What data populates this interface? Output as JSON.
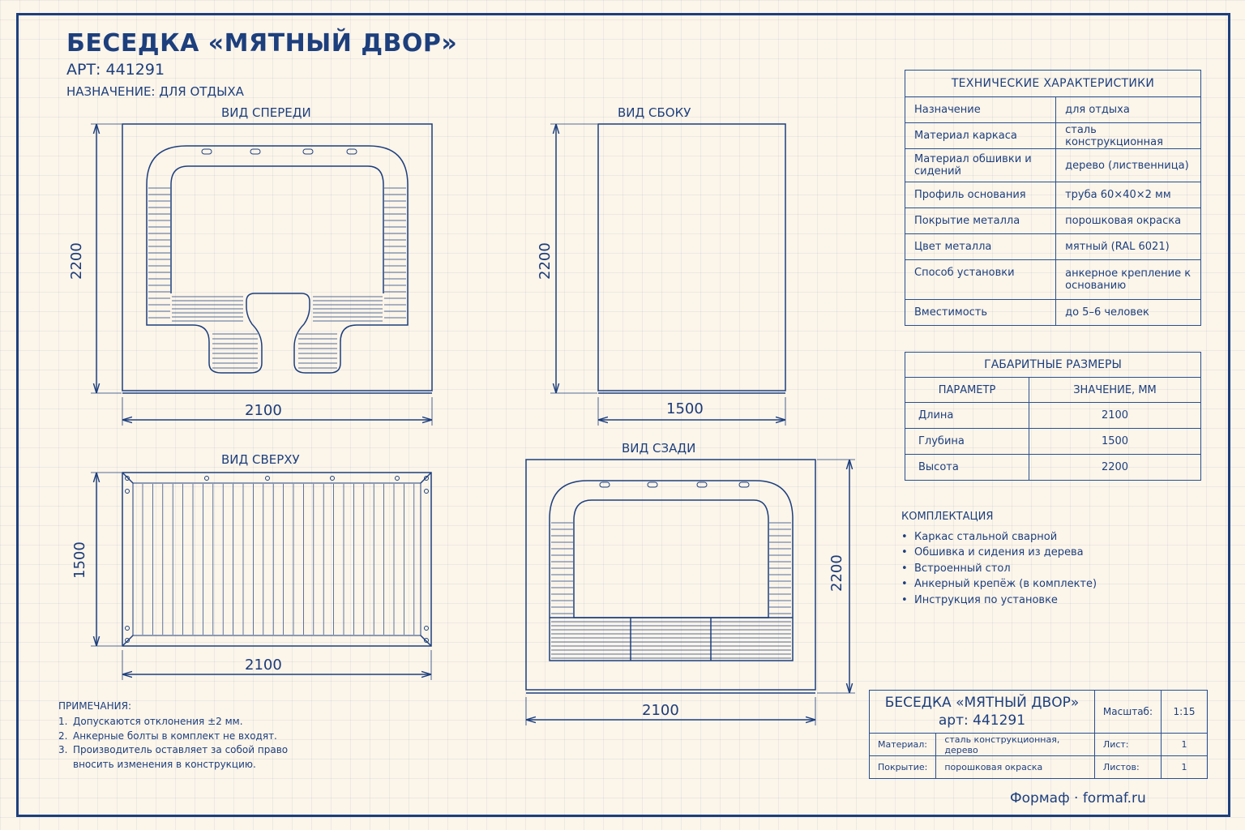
{
  "header": {
    "title": "БЕСЕДКА «МЯТНЫЙ ДВОР»",
    "article": "АРТ: 441291",
    "purpose": "НАЗНАЧЕНИЕ: ДЛЯ ОТДЫХА"
  },
  "views": {
    "front": {
      "label": "ВИД СПЕРЕДИ",
      "width": "2100",
      "height": "2200"
    },
    "side": {
      "label": "ВИД СБОКУ",
      "width": "1500",
      "height": "2200"
    },
    "top": {
      "label": "ВИД СВЕРХУ",
      "width": "2100",
      "height": "1500"
    },
    "back": {
      "label": "ВИД СЗАДИ",
      "width": "2100",
      "height": "2200"
    }
  },
  "tech_specs": {
    "title": "ТЕХНИЧЕСКИЕ ХАРАКТЕРИСТИКИ",
    "rows": [
      {
        "param": "Назначение",
        "value": "для отдыха"
      },
      {
        "param": "Материал каркаса",
        "value": "сталь конструкционная"
      },
      {
        "param": "Материал обшивки и сидений",
        "value": "дерево (лиственница)"
      },
      {
        "param": "Профиль основания",
        "value": "труба 60×40×2 мм"
      },
      {
        "param": "Покрытие металла",
        "value": "порошковая окраска"
      },
      {
        "param": "Цвет металла",
        "value": "мятный (RAL 6021)"
      },
      {
        "param": "Способ установки",
        "value": "анкерное крепление к основанию"
      },
      {
        "param": "Вместимость",
        "value": "до 5–6 человек"
      }
    ]
  },
  "dimensions": {
    "title": "ГАБАРИТНЫЕ РАЗМЕРЫ",
    "col_param": "ПАРАМЕТР",
    "col_value": "ЗНАЧЕНИЕ, ММ",
    "rows": [
      {
        "param": "Длина",
        "value": "2100"
      },
      {
        "param": "Глубина",
        "value": "1500"
      },
      {
        "param": "Высота",
        "value": "2200"
      }
    ]
  },
  "kit": {
    "title": "КОМПЛЕКТАЦИЯ",
    "items": [
      "Каркас стальной сварной",
      "Обшивка и сидения из дерева",
      "Встроенный стол",
      "Анкерный крепёж (в комплекте)",
      "Инструкция по установке"
    ]
  },
  "notes": {
    "title": "ПРИМЕЧАНИЯ:",
    "items": [
      {
        "num": "1.",
        "text": "Допускаются отклонения ±2 мм."
      },
      {
        "num": "2.",
        "text": "Анкерные болты в комплект не входят."
      },
      {
        "num": "3.",
        "text": "Производитель оставляет за собой право вносить изменения в конструкцию."
      }
    ]
  },
  "stamp": {
    "title": "БЕСЕДКА «МЯТНЫЙ ДВОР»",
    "article": "арт: 441291",
    "scale_label": "Масштаб:",
    "scale_value": "1:15",
    "material_label": "Материал:",
    "material_value": "сталь конструкционная, дерево",
    "sheet_label": "Лист:",
    "sheet_value": "1",
    "coating_label": "Покрытие:",
    "coating_value": "порошковая окраска",
    "sheets_label": "Листов:",
    "sheets_value": "1"
  },
  "footer": "Формаф · formaf.ru",
  "colors": {
    "line": "#1d3f7d",
    "paper": "#fcf5ea"
  }
}
